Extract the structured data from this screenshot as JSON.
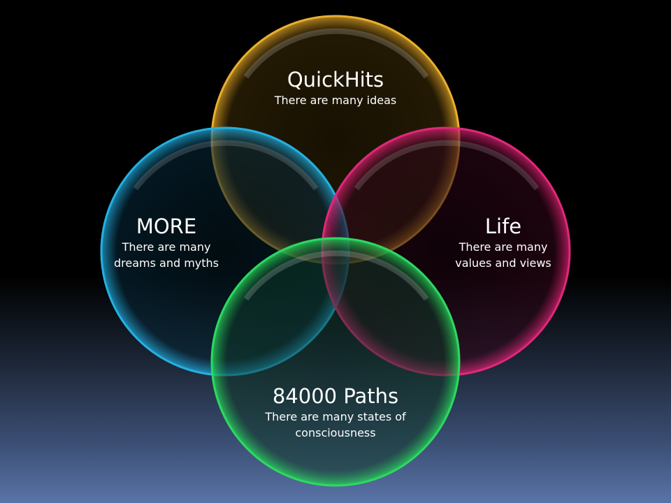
{
  "circles": {
    "top": {
      "title": "QuickHits",
      "desc": "There are many ideas",
      "color": "#e0a326"
    },
    "left": {
      "title": "MORE",
      "desc": "There are many dreams and myths",
      "color": "#1fa6d8"
    },
    "right": {
      "title": "Life",
      "desc": "There are many values and views",
      "color": "#d6206e"
    },
    "bottom": {
      "title": "84000 Paths",
      "desc": "There are many states of consciousness",
      "color": "#25cc55"
    }
  }
}
